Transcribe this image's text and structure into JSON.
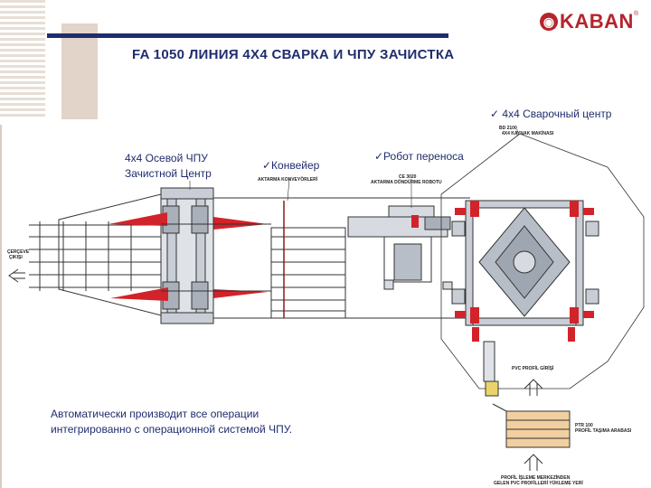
{
  "header": {
    "title": "FA 1050 ЛИНИЯ 4X4 СВАРКА И ЧПУ ЗАЧИСТКА",
    "logo_text": "KABAN",
    "logo_reg": "®"
  },
  "labels": {
    "welding_center": "✓ 4x4 Сварочный центр",
    "cnc_line1": "4x4 Осевой ЧПУ",
    "cnc_line2": "Зачистной Центр",
    "conveyor": "✓Конвейер",
    "robot": "✓Робот переноса"
  },
  "small_labels": {
    "bd_model": "BD 2100",
    "bd_desc": "4X4 KAYNAK MAKİNASI",
    "aktarma_konv": "AKTARMA KONVEYÖRLERİ",
    "ce_model": "CE 3020",
    "ce_desc": "AKTARMA DÖNDÜRME ROBOTU",
    "cerceve_1": "ÇERÇEVE",
    "cerceve_2": "ÇIKIŞI",
    "pvc_girisi": "PVC PROFİL GİRİŞİ",
    "ptr_model": "PTR 100",
    "ptr_desc": "PROFİL TAŞIMA ARABASI",
    "profil_1": "PROFİL İŞLEME MERKEZİNDEN",
    "profil_2": "GELEN PVC PROFİLLERİ YÜKLEME YERİ"
  },
  "caption": {
    "line1": "Автоматически производит все операции",
    "line2": "интегрированно с операционной системой ЧПУ."
  },
  "colors": {
    "navy": "#1f2d6e",
    "brand_red": "#b5252b",
    "machine_red": "#d2232a",
    "stripe": "#e7ded6",
    "tan": "#e2d4c8",
    "wood": "#f1cfa0"
  }
}
